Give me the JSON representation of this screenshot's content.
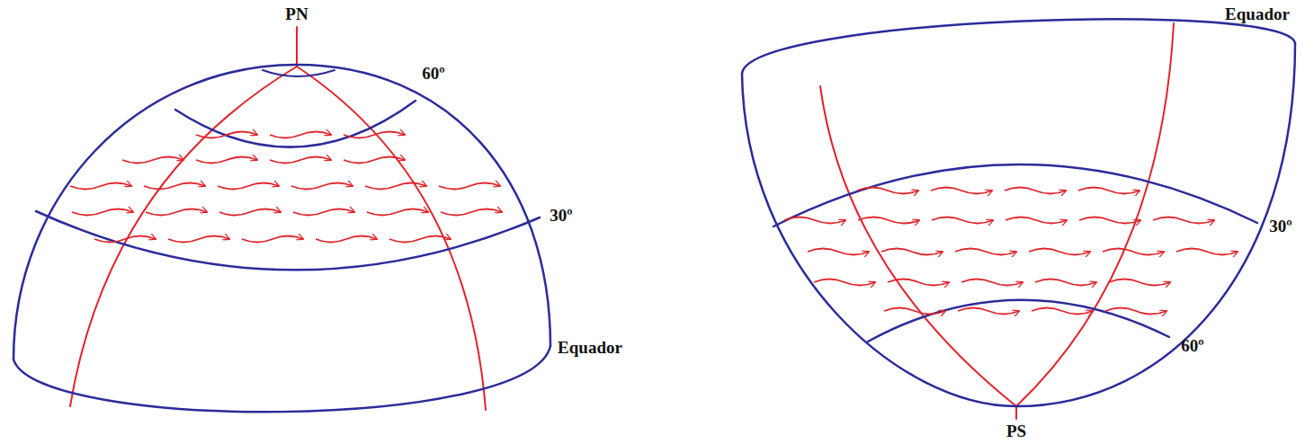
{
  "diagram": {
    "labels": [
      "PN",
      "60º",
      "30º",
      "Equador",
      "Equador",
      "30º",
      "60º",
      "PS"
    ]
  }
}
